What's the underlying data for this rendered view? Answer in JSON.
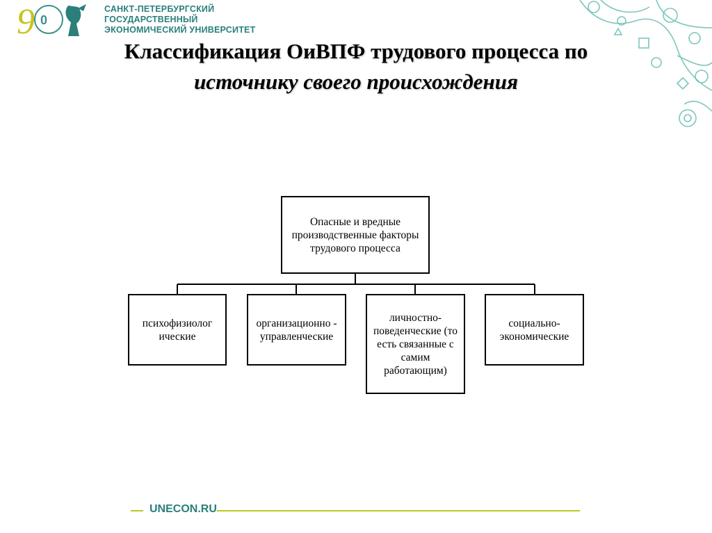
{
  "header": {
    "logo_number": "9",
    "university_lines": [
      "САНКТ-ПЕТЕРБУРГСКИЙ",
      "ГОСУДАРСТВЕННЫЙ",
      "ЭКОНОМИЧЕСКИЙ УНИВЕРСИТЕТ"
    ],
    "brand_color": "#2a7f7b"
  },
  "title": {
    "line1": "Классификация ОиВПФ трудового процесса по",
    "line2": "источнику своего происхождения"
  },
  "diagram": {
    "root": "Опасные и вредные производственные факторы трудового процесса",
    "children": [
      "психофизиолог ические",
      "организационно - управленческие",
      "личностно-поведенческие (то есть связанные с самим работающим)",
      "социально-экономические"
    ]
  },
  "footer": {
    "site": "UNECON.RU",
    "accent_color": "#b8c820"
  }
}
